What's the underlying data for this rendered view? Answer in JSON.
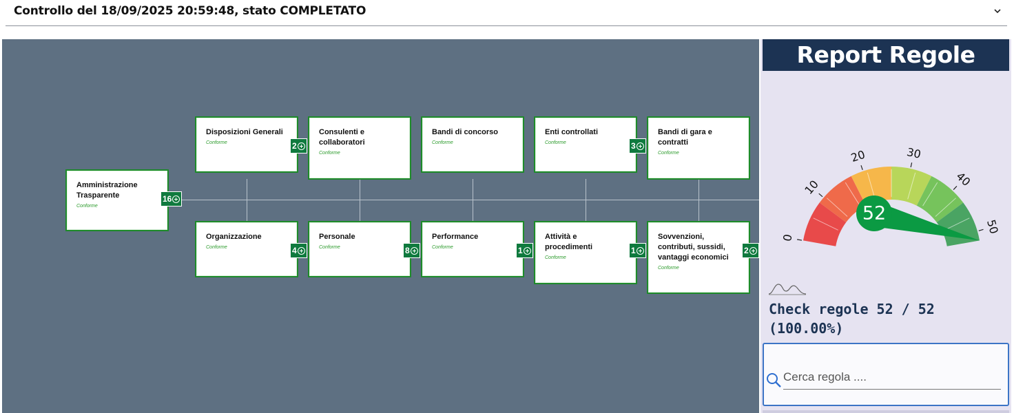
{
  "header": {
    "title": "Controllo del 18/09/2025 20:59:48, stato COMPLETATO",
    "toggle_icon": "chevron-down-icon"
  },
  "tree": {
    "root": {
      "title": "Amministrazione Trasparente",
      "status": "Conforme",
      "count": "16"
    },
    "top": [
      {
        "title": "Disposizioni Generali",
        "status": "Conforme",
        "count": "2"
      },
      {
        "title": "Consulenti e collaboratori",
        "status": "Conforme",
        "count": ""
      },
      {
        "title": "Bandi di concorso",
        "status": "Conforme",
        "count": ""
      },
      {
        "title": "Enti controllati",
        "status": "Conforme",
        "count": "3"
      },
      {
        "title": "Bandi di gara e contratti",
        "status": "Conforme",
        "count": ""
      }
    ],
    "bottom": [
      {
        "title": "Organizzazione",
        "status": "Conforme",
        "count": "4"
      },
      {
        "title": "Personale",
        "status": "Conforme",
        "count": "8"
      },
      {
        "title": "Performance",
        "status": "Conforme",
        "count": "1"
      },
      {
        "title": "Attività e procedimenti",
        "status": "Conforme",
        "count": "1"
      },
      {
        "title": "Sovvenzioni, contributi, sussidi, vantaggi economici",
        "status": "Conforme",
        "count": "2"
      }
    ]
  },
  "report": {
    "title": "Report Regole",
    "gauge": {
      "value": "52",
      "min": 0,
      "max": 52,
      "ticks": [
        "0",
        "10",
        "20",
        "30",
        "40",
        "50"
      ],
      "colors": [
        "#e84a4a",
        "#ef6a4a",
        "#f6b74a",
        "#b8d65a",
        "#76c35c",
        "#4aa463"
      ],
      "needle_color": "#0b9a43"
    },
    "check_text": "Check regole 52 / 52 (100.00%)",
    "search_placeholder": "Cerca regola ....",
    "search_icon": "search-icon",
    "wave_icon": "wave-icon"
  }
}
